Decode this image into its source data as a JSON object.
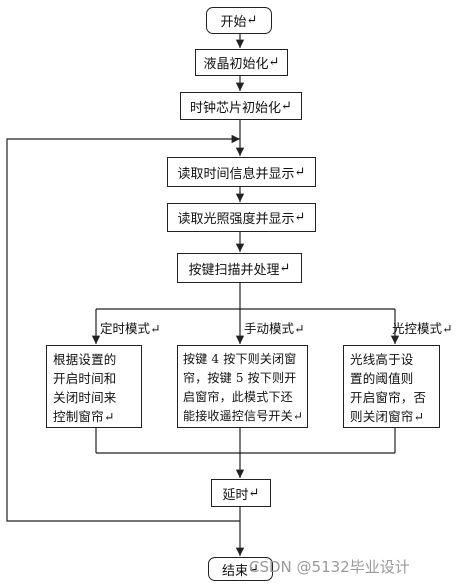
{
  "nodes": {
    "start": "开始",
    "lcd_init": "液晶初始化",
    "clock_init": "时钟芯片初始化",
    "read_time": "读取时间信息并显示",
    "read_light": "读取光照强度并显示",
    "key_scan": "按键扫描并处理",
    "delay": "延时",
    "end": "结束"
  },
  "modes": {
    "timer": {
      "label": "定时模式",
      "text": "根据设置的\n开启时间和\n关闭时间来\n控制窗帘"
    },
    "manual": {
      "label": "手动模式",
      "text": "按键 4 按下则关闭窗\n帘，按键 5 按下则开\n启窗帘，此模式下还\n能接收遥控信号开关"
    },
    "light": {
      "label": "光控模式",
      "text": "光线高于设\n置的阈值则\n开启窗帘，否\n则关闭窗帘"
    }
  },
  "return_mark": "↵",
  "watermark": "CSDN @5132毕业设计"
}
